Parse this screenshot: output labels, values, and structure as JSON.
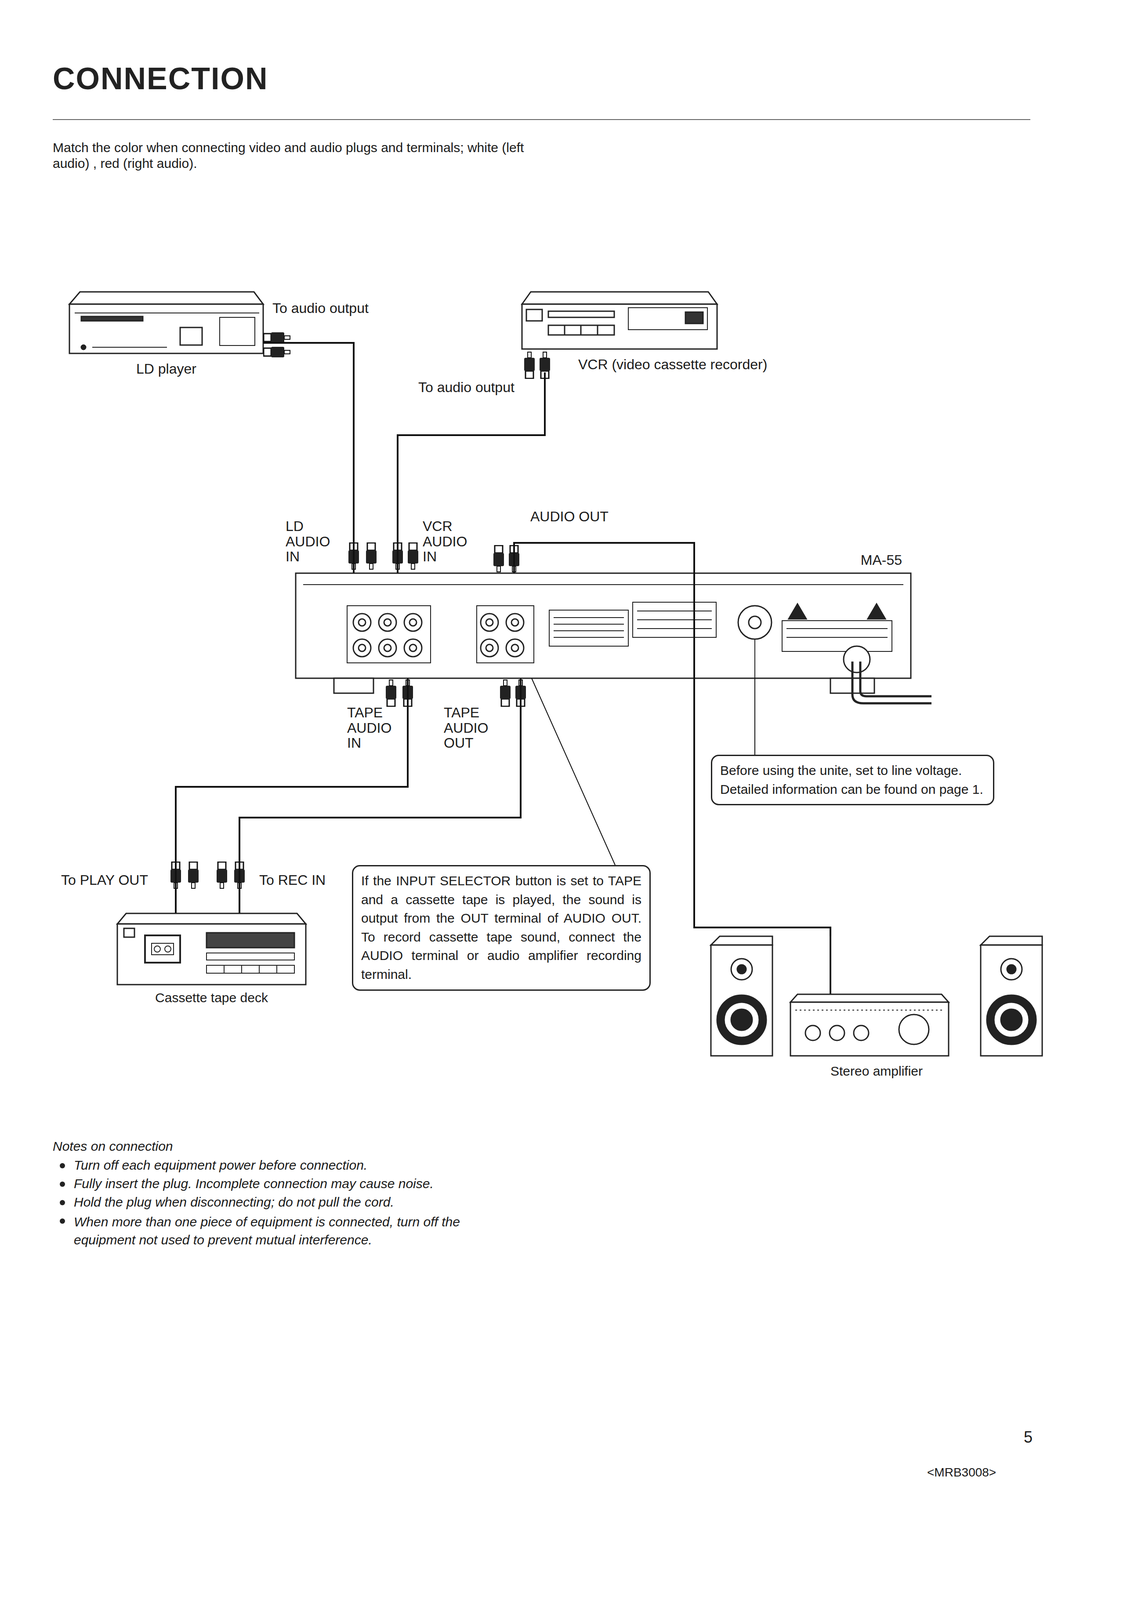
{
  "diagram": {
    "title": "CONNECTION",
    "nodes": [
      {
        "text": [
          "LD player"
        ]
      },
      {
        "text": [
          "VCR (video cassette recorder)"
        ]
      },
      {
        "text": [
          "MA-55"
        ]
      },
      {
        "text": [
          "Before using the unite, set to line voltage. Detailed information can be found on page 1."
        ]
      },
      {
        "text": [
          "Cassette tape deck"
        ]
      },
      {
        "text": [
          "If the INPUT SELECTOR button is set to TAPE and a cassette tape is played, the sound is output from the OUT terminal of AUDIO OUT. To record cassette tape sound, connect the AUDIO terminal or audio amplifier recording terminal."
        ]
      },
      {
        "text": [
          "Stereo amplifier"
        ]
      }
    ],
    "edges": [
      {
        "from": 0,
        "to": 2,
        "arrow": "none"
      },
      {
        "from": 1,
        "to": 2,
        "arrow": "none"
      },
      {
        "from": 2,
        "to": 4,
        "arrow": "none"
      },
      {
        "from": 2,
        "to": 4,
        "arrow": "none"
      },
      {
        "from": 2,
        "to": 6,
        "arrow": "none"
      },
      {
        "from": 5,
        "to": 2,
        "arrow": "none"
      },
      {
        "from": 3,
        "to": 2,
        "arrow": "none"
      }
    ],
    "labels": [
      "Match the color when connecting video and audio plugs and terminals; white (left audio) , red (right audio).",
      "To audio output",
      "To audio output",
      "LD AUDIO IN",
      "VCR AUDIO IN",
      "AUDIO OUT",
      "TAPE AUDIO IN",
      "TAPE AUDIO OUT",
      "To PLAY OUT",
      "To REC IN",
      "Notes on connection",
      "Turn off each equipment power before connection.",
      "Fully insert the plug. Incomplete connection may cause noise.",
      "Hold the plug when disconnecting; do not pull the cord.",
      "When more than one piece of equipment is connected, turn off the equipment not used to prevent mutual interference.",
      "5",
      "<MRB3008>"
    ]
  }
}
